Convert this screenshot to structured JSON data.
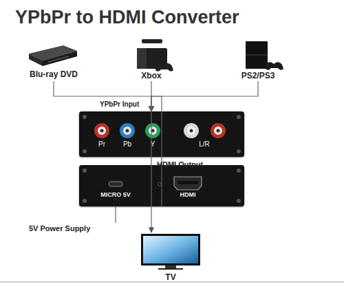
{
  "diagram": {
    "title": "YPbPr to HDMI Converter",
    "nodes": [
      {
        "text": [
          "Blu-ray DVD"
        ]
      },
      {
        "text": [
          "Xbox"
        ]
      },
      {
        "text": [
          "PS2/PS3"
        ]
      },
      {
        "text": [
          "YPbPr Input",
          "Pr",
          "Pb",
          "Y",
          "L/R"
        ]
      },
      {
        "text": [
          "MICRO 5V",
          "HDMI"
        ]
      },
      {
        "text": [
          "TV"
        ]
      }
    ],
    "edges": [
      {
        "from": 0,
        "to": 3,
        "arrow": "to"
      },
      {
        "from": 1,
        "to": 3,
        "arrow": "to"
      },
      {
        "from": 2,
        "to": 3,
        "arrow": "to"
      },
      {
        "from": 4,
        "to": 5,
        "label": "HDMI Output",
        "arrow": "to"
      }
    ],
    "labels": [
      "5V Power Supply"
    ]
  }
}
